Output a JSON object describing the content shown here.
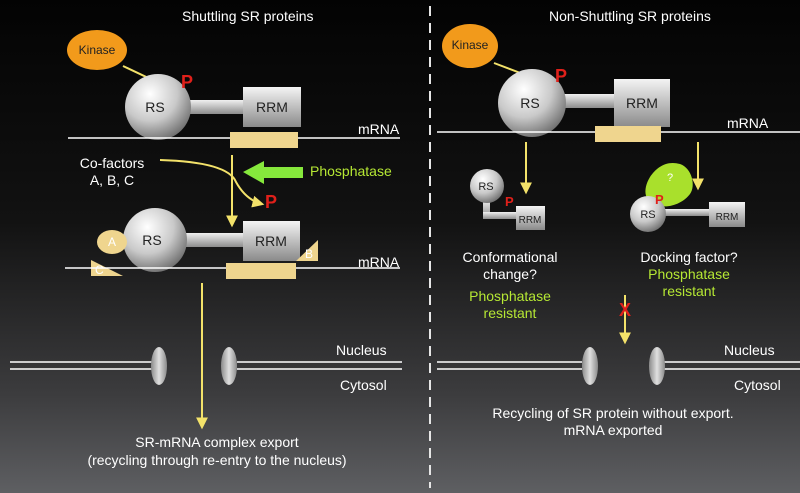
{
  "left": {
    "title": "Shuttling SR proteins",
    "kinase": "Kinase",
    "phospho": "P",
    "rs": "RS",
    "rrm": "RRM",
    "mrna": "mRNA",
    "cofactors": "Co-factors",
    "cofactor_names": "A, B, C",
    "phosphatase": "Phosphatase",
    "released_phospho": "P",
    "rs2": "RS",
    "rrm2": "RRM",
    "mrna2": "mRNA",
    "cofactor_a": "A",
    "cofactor_b": "B",
    "cofactor_c": "C",
    "nucleus": "Nucleus",
    "cytosol": "Cytosol",
    "export_line1": "SR-mRNA complex export",
    "export_line2": "(recycling through re-entry to the nucleus)"
  },
  "right": {
    "title": "Non-Shuttling SR proteins",
    "kinase": "Kinase",
    "phospho": "P",
    "rs": "RS",
    "rrm": "RRM",
    "mrna": "mRNA",
    "small_rs1": "RS",
    "small_p1": "P",
    "small_rrm1": "RRM",
    "conf_line1": "Conformational",
    "conf_line2": "change?",
    "conf_res1": "Phosphatase",
    "conf_res2": "resistant",
    "docking_q": "?",
    "small_rs2": "RS",
    "small_p2": "P",
    "small_rrm2": "RRM",
    "dock_line1": "Docking factor?",
    "dock_res1": "Phosphatase",
    "dock_res2": "resistant",
    "blocked": "X",
    "nucleus": "Nucleus",
    "cytosol": "Cytosol",
    "recycle_line1": "Recycling of SR protein without export.",
    "recycle_line2": "mRNA exported"
  },
  "colors": {
    "kinase": "#f29a1b",
    "arrow": "#f3e26a",
    "phosphatase_arrow": "#86e83c",
    "phosphate": "#e0201a",
    "rna_box": "#efd58e",
    "protein": "#c8c8c8"
  }
}
